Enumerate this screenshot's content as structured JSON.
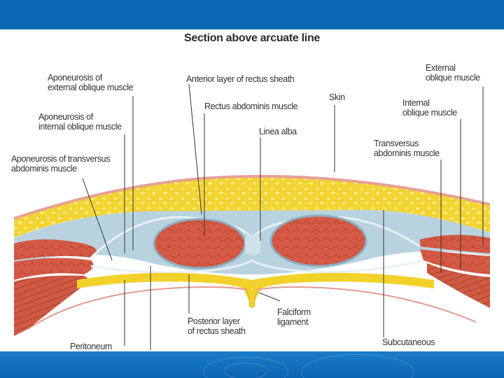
{
  "title": "Section above arcuate line",
  "labels": {
    "aponeurosis_external_oblique": "Aponeurosis of\nexternal oblique muscle",
    "anterior_layer_rectus_sheath": "Anterior layer of rectus sheath",
    "rectus_abdominis": "Rectus abdominis muscle",
    "skin": "Skin",
    "external_oblique": "External\noblique muscle",
    "internal_oblique": "Internal\noblique muscle",
    "aponeurosis_internal_oblique": "Aponeurosis of\ninternal oblique muscle",
    "linea_alba": "Linea alba",
    "transversus_abdominis": "Transversus\nabdominis muscle",
    "aponeurosis_transversus": "Aponeurosis of transversus\nabdominis muscle",
    "posterior_layer_rectus_sheath": "Posterior layer\nof rectus sheath",
    "falciform_ligament": "Falciform\nligament",
    "peritoneum": "Peritoneum",
    "subcutaneous": "Subcutaneous"
  },
  "colors": {
    "banner": "#0a68b4",
    "fat": "#f2d22a",
    "muscle": "#d9604a",
    "fascia": "#a8c7d6",
    "skin": "#e9a9a0"
  }
}
